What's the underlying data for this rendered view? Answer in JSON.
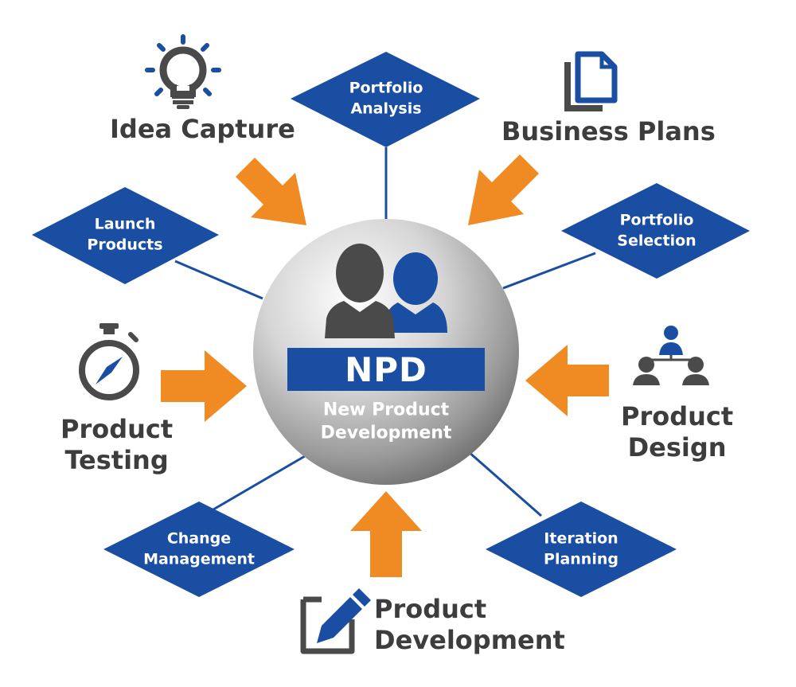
{
  "hub": {
    "title": "NPD",
    "subtitle": "New Product\nDevelopment",
    "icon": "people-icon"
  },
  "diamonds": [
    {
      "id": "portfolio-analysis",
      "label": "Portfolio\nAnalysis"
    },
    {
      "id": "portfolio-selection",
      "label": "Portfolio\nSelection"
    },
    {
      "id": "iteration-planning",
      "label": "Iteration\nPlanning"
    },
    {
      "id": "change-management",
      "label": "Change\nManagement"
    },
    {
      "id": "launch-products",
      "label": "Launch\nProducts"
    }
  ],
  "inputs": [
    {
      "id": "idea-capture",
      "label": "Idea Capture",
      "icon": "lightbulb-icon"
    },
    {
      "id": "business-plans",
      "label": "Business Plans",
      "icon": "documents-icon"
    },
    {
      "id": "product-design",
      "label": "Product\nDesign",
      "icon": "org-chart-icon"
    },
    {
      "id": "product-development",
      "label": "Product\nDevelopment",
      "icon": "edit-pencil-icon"
    },
    {
      "id": "product-testing",
      "label": "Product\nTesting",
      "icon": "stopwatch-icon"
    }
  ],
  "colors": {
    "diamond": "#1a4ea2",
    "arrow": "#f08a23",
    "icon_dark": "#4a4a4a",
    "icon_accent": "#1a4ea2",
    "text_dark": "#3d3d3d"
  }
}
